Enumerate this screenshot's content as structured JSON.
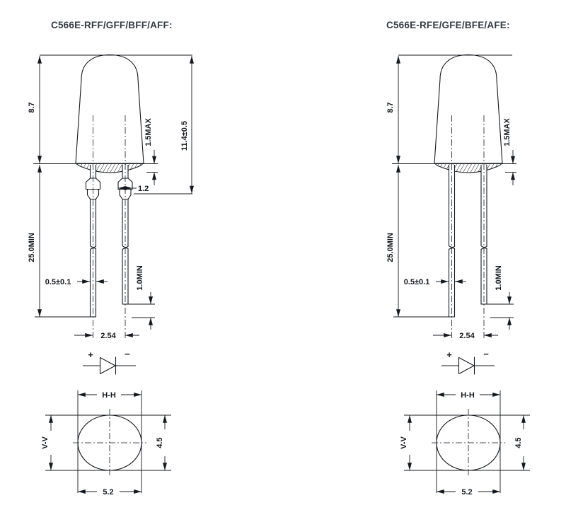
{
  "figures": {
    "left": {
      "title": "C566E-RFF/GFF/BFF/AFF:",
      "dims": {
        "body_height": "8.7",
        "overall_height": "11.4±0.5",
        "flange_height": "1.5MAX",
        "standoff_width": "1.2",
        "lead_length_min": "25.0MIN",
        "lead_width": "0.5±0.1",
        "lead_offset_min": "1.0MIN",
        "lead_pitch": "2.54"
      },
      "polarity": {
        "plus": "+",
        "minus": "−"
      },
      "bottom_view": {
        "h_axis": "H-H",
        "v_axis": "V-V",
        "width": "5.2",
        "height": "4.5"
      }
    },
    "right": {
      "title": "C566E-RFE/GFE/BFE/AFE:",
      "dims": {
        "body_height": "8.7",
        "flange_height": "1.5MAX",
        "lead_length_min": "25.0MIN",
        "lead_width": "0.5±0.1",
        "lead_offset_min": "1.0MIN",
        "lead_pitch": "2.54"
      },
      "polarity": {
        "plus": "+",
        "minus": "−"
      },
      "bottom_view": {
        "h_axis": "H-H",
        "v_axis": "V-V",
        "width": "5.2",
        "height": "4.5"
      }
    }
  },
  "colors": {
    "line": "#15181c",
    "text": "#15181c",
    "title": "#363b43",
    "background": "#ffffff"
  }
}
